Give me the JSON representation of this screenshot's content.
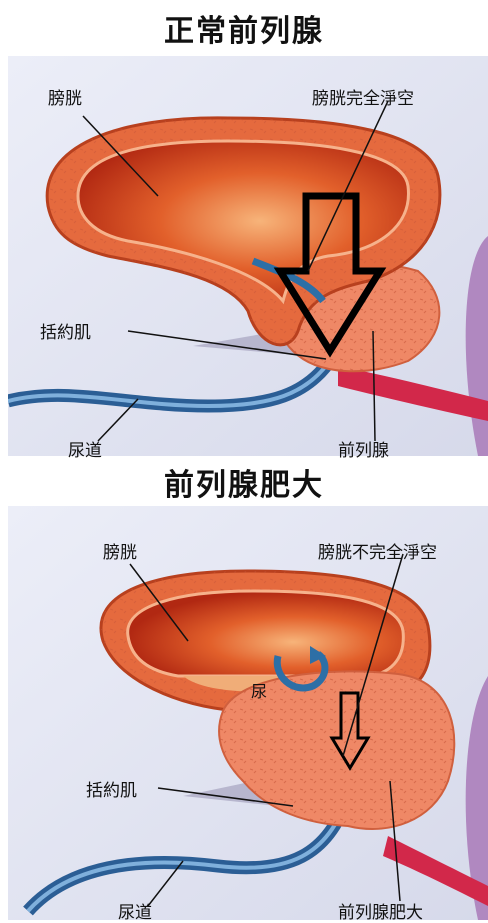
{
  "titles": {
    "normal": "正常前列腺",
    "enlarged": "前列腺肥大"
  },
  "normal_panel": {
    "bladder": "膀胱",
    "bladder_status": "膀胱完全淨空",
    "sphincter": "括約肌",
    "urethra": "尿道",
    "prostate": "前列腺"
  },
  "enlarged_panel": {
    "bladder": "膀胱",
    "bladder_status": "膀胱不完全淨空",
    "urine": "尿",
    "sphincter": "括約肌",
    "urethra": "尿道",
    "prostate": "前列腺肥大"
  },
  "colors": {
    "background": "#e4e6f2",
    "bladder_wall": "#e56a3e",
    "bladder_inner": "#c0391a",
    "prostate": "#f08868",
    "urethra": "#3a6fa8",
    "vessel": "#d2284a"
  }
}
